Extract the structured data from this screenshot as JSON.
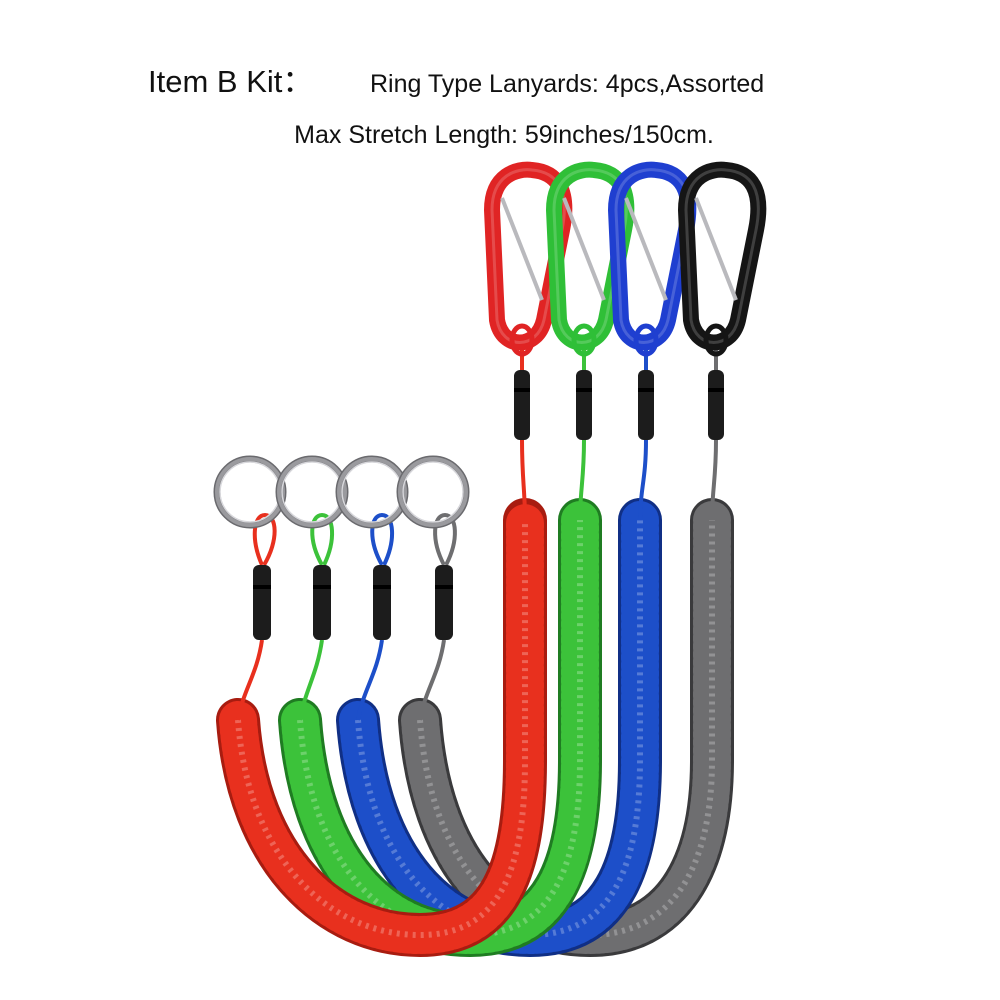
{
  "caption": {
    "kit_label": "Item B Kit：",
    "lanyards": "Ring Type Lanyards: 4pcs,Assorted",
    "stretch": "Max Stretch Length: 59inches/150cm."
  },
  "product": {
    "count": 4,
    "colors": [
      {
        "name": "red",
        "hex": "#e8301e",
        "dark": "#a81c10"
      },
      {
        "name": "green",
        "hex": "#3cc23a",
        "dark": "#1f7c22"
      },
      {
        "name": "blue",
        "hex": "#1d4fc9",
        "dark": "#102f85"
      },
      {
        "name": "gray",
        "hex": "#6e6e70",
        "dark": "#3a3a3c"
      }
    ],
    "carabiner_colors": [
      "#e02424",
      "#2fbf37",
      "#1f3fd0",
      "#151515"
    ],
    "ring_color": "#9a9a9e"
  }
}
